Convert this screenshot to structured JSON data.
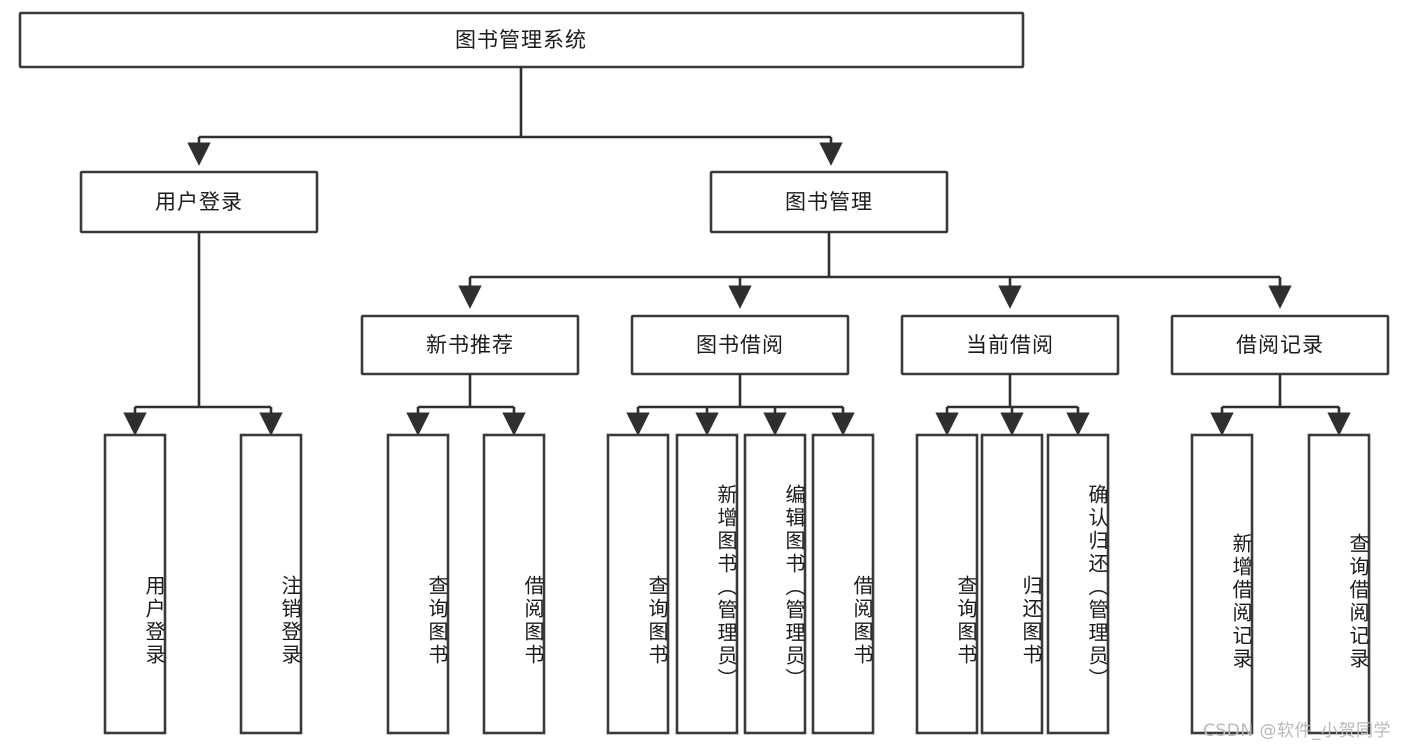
{
  "diagram": {
    "title": "图书管理系统",
    "type": "tree-hierarchy-chart",
    "watermark": "CSDN @软件_小贺同学",
    "colors": {
      "box_fill": "#ffffff",
      "box_stroke": "#3a3a3a",
      "connector": "#2f2f2f",
      "text": "#1b1b1b",
      "watermark": "#b9b9b9",
      "background": "#ffffff"
    },
    "root": {
      "label": "图书管理系统"
    },
    "level2": [
      {
        "id": "user-login",
        "label": "用户登录"
      },
      {
        "id": "book-management",
        "label": "图书管理"
      }
    ],
    "level3": [
      {
        "id": "new-book-recommend",
        "label": "新书推荐",
        "parent": "book-management"
      },
      {
        "id": "book-borrow",
        "label": "图书借阅",
        "parent": "book-management"
      },
      {
        "id": "current-borrow",
        "label": "当前借阅",
        "parent": "book-management"
      },
      {
        "id": "borrow-record",
        "label": "借阅记录",
        "parent": "book-management"
      }
    ],
    "leaves": [
      {
        "id": "leaf-user-login",
        "label": "用户登录",
        "parent": "user-login"
      },
      {
        "id": "leaf-logout-login",
        "label": "注销登录",
        "parent": "user-login"
      },
      {
        "id": "leaf-query-book-1",
        "label": "查询图书",
        "parent": "new-book-recommend"
      },
      {
        "id": "leaf-borrow-book-1",
        "label": "借阅图书",
        "parent": "new-book-recommend"
      },
      {
        "id": "leaf-query-book-2",
        "label": "查询图书",
        "parent": "book-borrow"
      },
      {
        "id": "leaf-add-book",
        "label": "新增图书（管理员）",
        "parent": "book-borrow"
      },
      {
        "id": "leaf-edit-book",
        "label": "编辑图书（管理员）",
        "parent": "book-borrow"
      },
      {
        "id": "leaf-borrow-book-2",
        "label": "借阅图书",
        "parent": "book-borrow"
      },
      {
        "id": "leaf-query-book-3",
        "label": "查询图书",
        "parent": "current-borrow"
      },
      {
        "id": "leaf-return-book",
        "label": "归还图书",
        "parent": "current-borrow"
      },
      {
        "id": "leaf-confirm-return",
        "label": "确认归还（管理员）",
        "parent": "current-borrow"
      },
      {
        "id": "leaf-add-record",
        "label": "新增借阅记录",
        "parent": "borrow-record"
      },
      {
        "id": "leaf-query-record",
        "label": "查询借阅记录",
        "parent": "borrow-record"
      }
    ]
  }
}
